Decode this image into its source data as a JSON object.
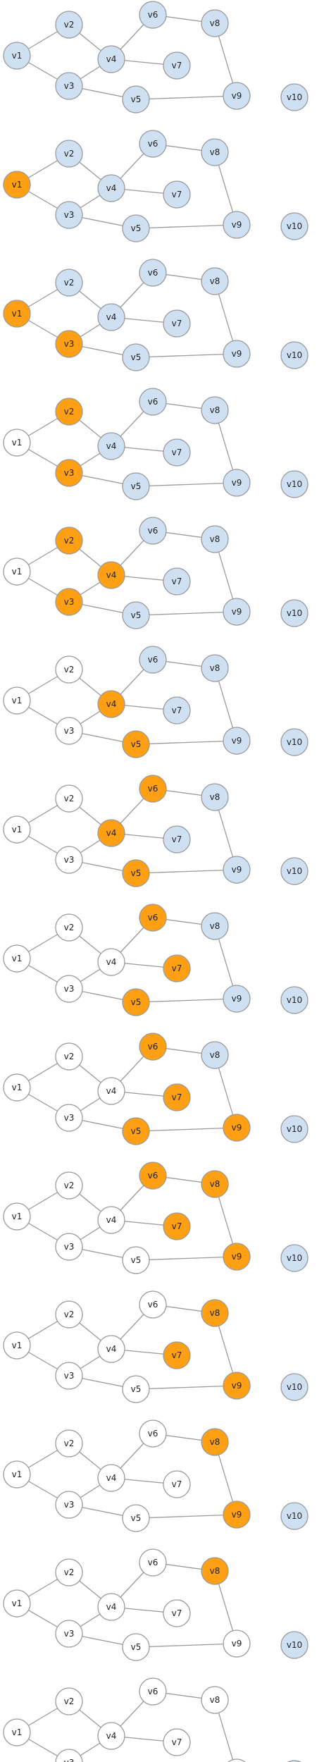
{
  "colors": {
    "unvisited": "#cfe0f3",
    "active": "#ff9f14",
    "visited": "#ffffff",
    "stroke": "#9a9a9a",
    "edge": "#9a9a9a"
  },
  "graph": {
    "nodes": [
      "v1",
      "v2",
      "v3",
      "v4",
      "v5",
      "v6",
      "v7",
      "v8",
      "v9",
      "v10"
    ],
    "edges": [
      [
        "v1",
        "v2"
      ],
      [
        "v1",
        "v3"
      ],
      [
        "v2",
        "v4"
      ],
      [
        "v3",
        "v4"
      ],
      [
        "v3",
        "v5"
      ],
      [
        "v4",
        "v6"
      ],
      [
        "v4",
        "v7"
      ],
      [
        "v6",
        "v8"
      ],
      [
        "v8",
        "v9"
      ],
      [
        "v5",
        "v9"
      ]
    ]
  },
  "steps": [
    {
      "active": [],
      "visited": []
    },
    {
      "active": [
        "v1"
      ],
      "visited": []
    },
    {
      "active": [
        "v1",
        "v3"
      ],
      "visited": []
    },
    {
      "active": [
        "v2",
        "v3"
      ],
      "visited": [
        "v1"
      ]
    },
    {
      "active": [
        "v2",
        "v3",
        "v4"
      ],
      "visited": [
        "v1"
      ]
    },
    {
      "active": [
        "v4",
        "v5"
      ],
      "visited": [
        "v1",
        "v2",
        "v3"
      ]
    },
    {
      "active": [
        "v4",
        "v5",
        "v6"
      ],
      "visited": [
        "v1",
        "v2",
        "v3"
      ]
    },
    {
      "active": [
        "v5",
        "v6",
        "v7"
      ],
      "visited": [
        "v1",
        "v2",
        "v3",
        "v4"
      ]
    },
    {
      "active": [
        "v5",
        "v6",
        "v7",
        "v9"
      ],
      "visited": [
        "v1",
        "v2",
        "v3",
        "v4"
      ]
    },
    {
      "active": [
        "v6",
        "v7",
        "v8",
        "v9"
      ],
      "visited": [
        "v1",
        "v2",
        "v3",
        "v4",
        "v5"
      ]
    },
    {
      "active": [
        "v7",
        "v8",
        "v9"
      ],
      "visited": [
        "v1",
        "v2",
        "v3",
        "v4",
        "v5",
        "v6"
      ]
    },
    {
      "active": [
        "v8",
        "v9"
      ],
      "visited": [
        "v1",
        "v2",
        "v3",
        "v4",
        "v5",
        "v6",
        "v7"
      ]
    },
    {
      "active": [
        "v8"
      ],
      "visited": [
        "v1",
        "v2",
        "v3",
        "v4",
        "v5",
        "v6",
        "v7",
        "v9"
      ]
    },
    {
      "active": [],
      "visited": [
        "v1",
        "v2",
        "v3",
        "v4",
        "v5",
        "v6",
        "v7",
        "v8",
        "v9"
      ]
    }
  ]
}
